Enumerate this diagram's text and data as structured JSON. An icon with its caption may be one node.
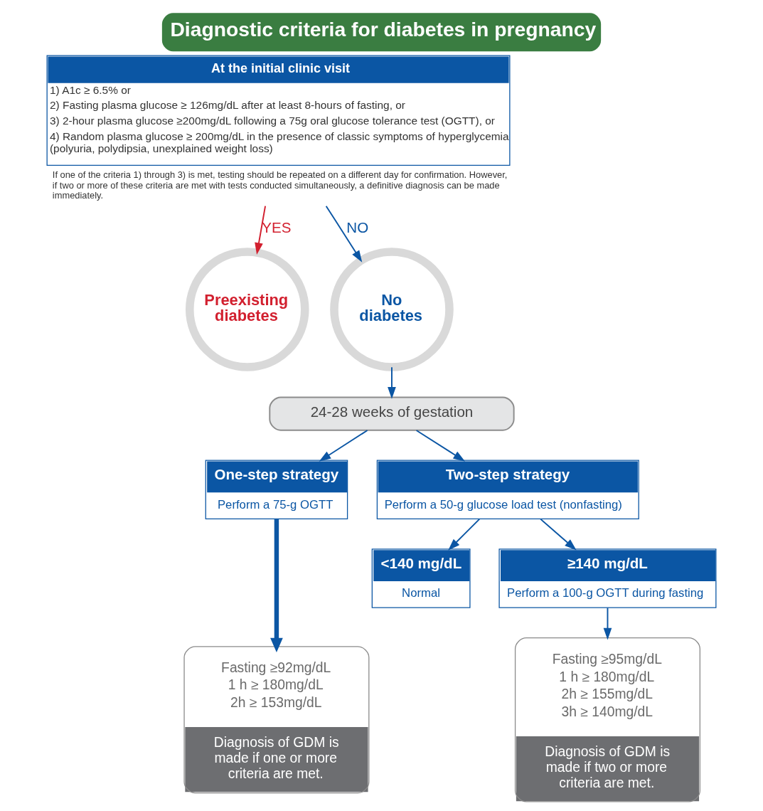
{
  "diagram": {
    "title": "Diagnostic criteria for diabetes in pregnancy",
    "nodes": [
      {
        "text": [
          "At the initial clinic visit",
          "1) A1c ≥ 6.5% or",
          "2) Fasting plasma glucose ≥ 126mg/dL after at least 8-hours of fasting, or",
          "3) 2-hour plasma glucose ≥200mg/dL following a 75g oral glucose tolerance test (OGTT), or",
          "4) Random plasma glucose ≥ 200mg/dL in the presence of classic symptoms of hyperglycemia (polyuria, polydipsia, unexplained weight loss)"
        ],
        "beside": [
          "If one of the criteria 1) through 3) is met, testing should be repeated on a different day for confirmation. However, if two or more of these criteria are met with tests conducted simultaneously, a definitive diagnosis can be made immediately."
        ]
      },
      {
        "text": [
          "Preexisting diabetes"
        ]
      },
      {
        "text": [
          "No diabetes"
        ]
      },
      {
        "text": [
          "24-28 weeks of gestation"
        ]
      },
      {
        "text": [
          "One-step strategy",
          "Perform a 75-g OGTT"
        ]
      },
      {
        "text": [
          "Two-step strategy",
          "Perform a 50-g glucose load test (nonfasting)"
        ]
      },
      {
        "text": [
          "<140 mg/dL",
          "Normal"
        ]
      },
      {
        "text": [
          "≥140 mg/dL",
          "Perform a 100-g OGTT during fasting"
        ]
      },
      {
        "text": [
          "Fasting ≥92mg/dL",
          "1 h ≥ 180mg/dL",
          "2h ≥ 153mg/dL",
          "Diagnosis of GDM is made if one or more criteria are met."
        ]
      },
      {
        "text": [
          "Fasting ≥95mg/dL",
          "1 h ≥ 180mg/dL",
          "2h ≥ 155mg/dL",
          "3h ≥ 140mg/dL",
          "Diagnosis of GDM is made if two or more criteria are met."
        ]
      }
    ],
    "edges": [
      {
        "from": 0,
        "to": 1,
        "arrow": "to",
        "label": "YES",
        "color": "#d2202f"
      },
      {
        "from": 0,
        "to": 2,
        "arrow": "to",
        "label": "NO"
      },
      {
        "from": 2,
        "to": 3,
        "arrow": "to"
      },
      {
        "from": 3,
        "to": 4,
        "arrow": "to"
      },
      {
        "from": 3,
        "to": 5,
        "arrow": "to"
      },
      {
        "from": 5,
        "to": 6,
        "arrow": "to"
      },
      {
        "from": 5,
        "to": 7,
        "arrow": "to"
      },
      {
        "from": 4,
        "to": 8,
        "arrow": "to",
        "style": "thick"
      },
      {
        "from": 7,
        "to": 9,
        "arrow": "to"
      }
    ]
  }
}
